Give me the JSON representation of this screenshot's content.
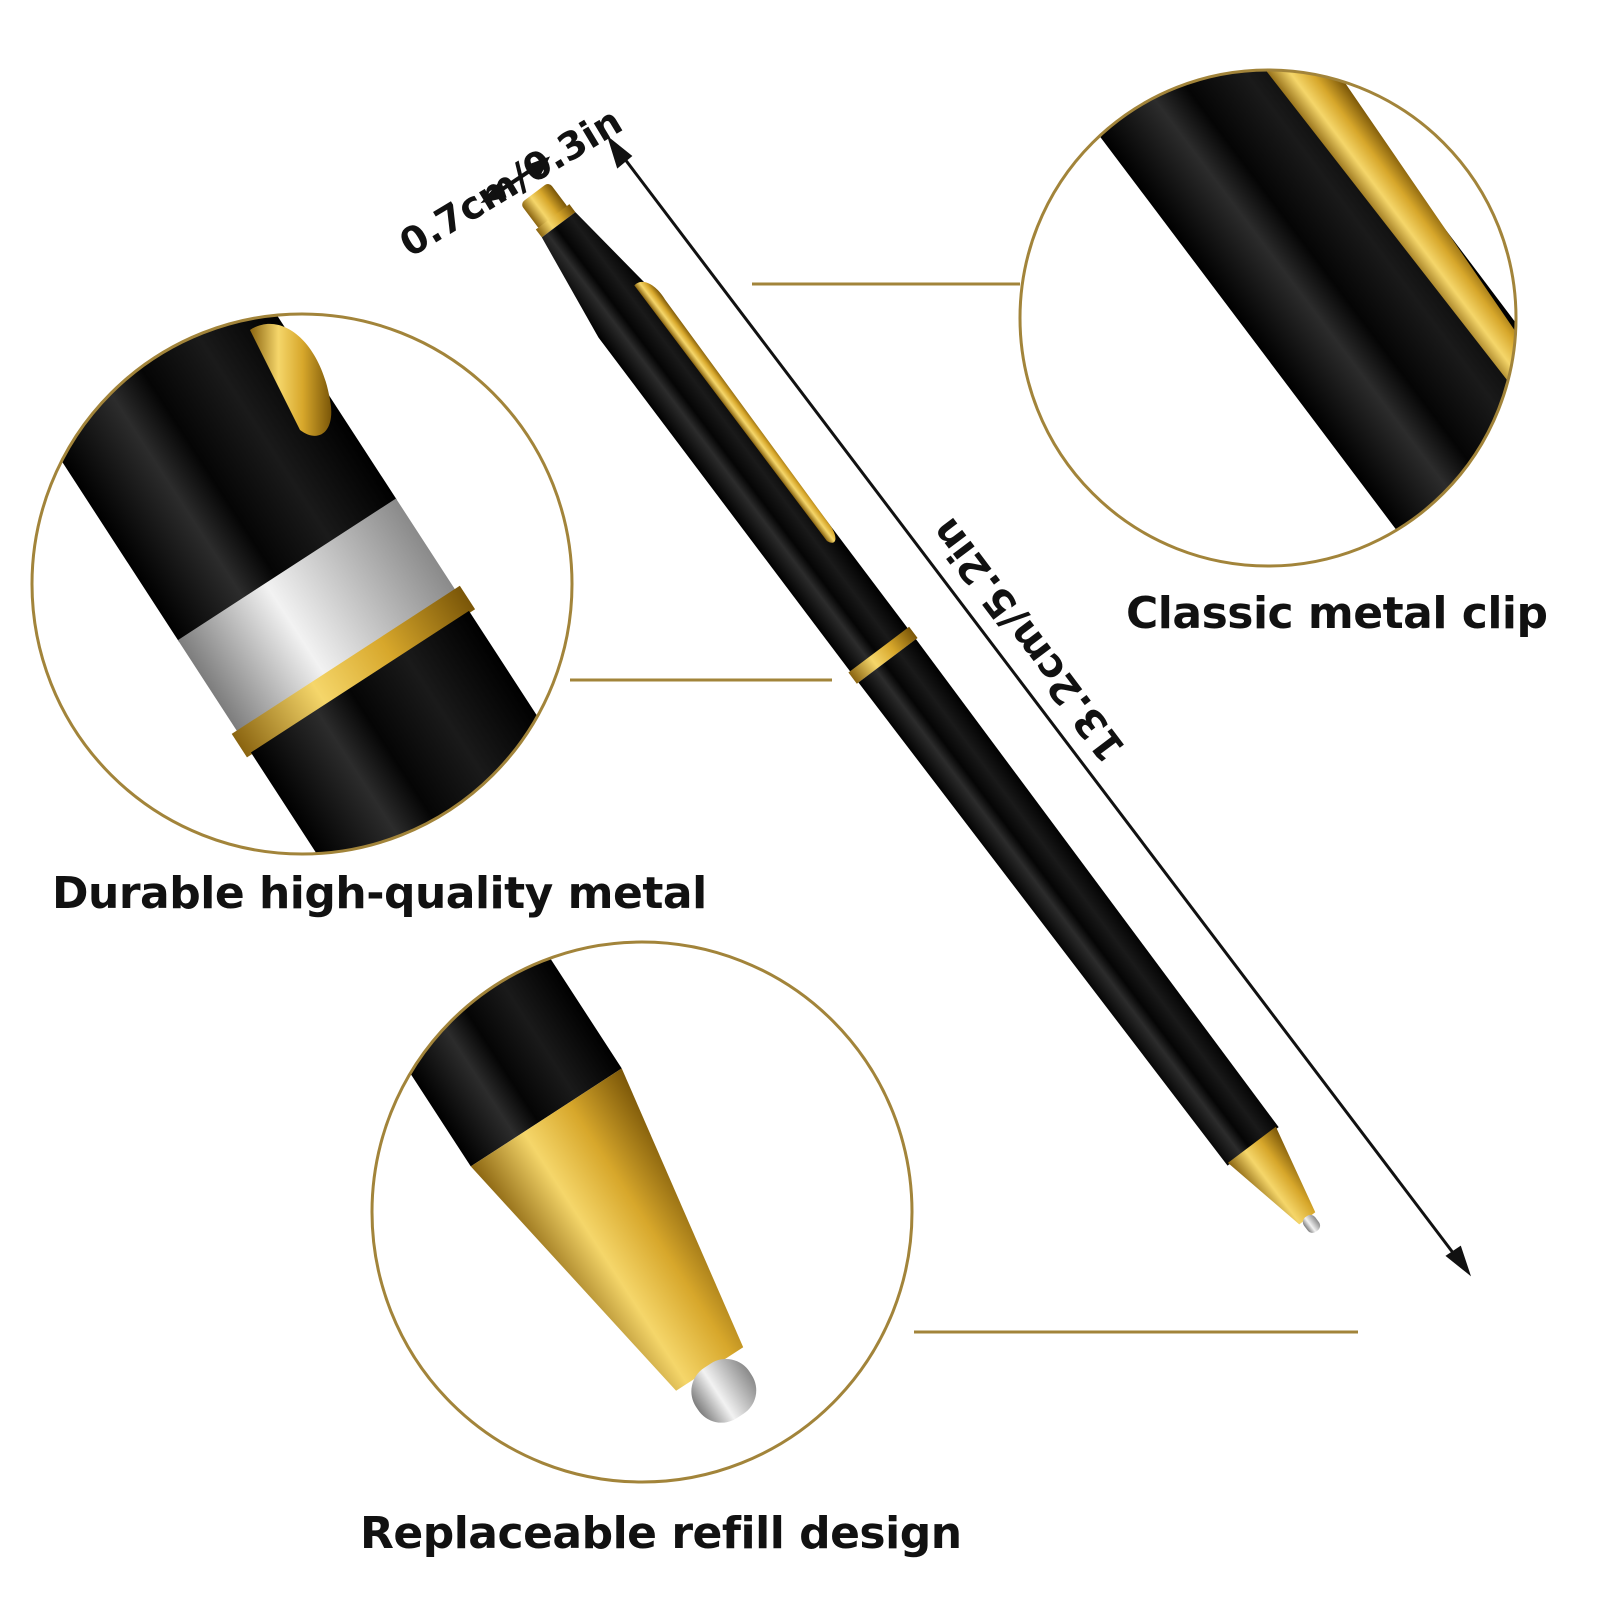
{
  "colors": {
    "gold_line": "#a2843a",
    "pen_black": "#0b0b0b",
    "gold": "#d4a526",
    "silver": "#c0c0c0",
    "background": "#ffffff"
  },
  "dimensions": {
    "width_label": "0.7cm/0.3in",
    "length_label": "13.2cm/5.2in"
  },
  "callouts": {
    "clip": "Classic metal clip",
    "metal": "Durable high-quality metal",
    "refill": "Replaceable refill design"
  }
}
